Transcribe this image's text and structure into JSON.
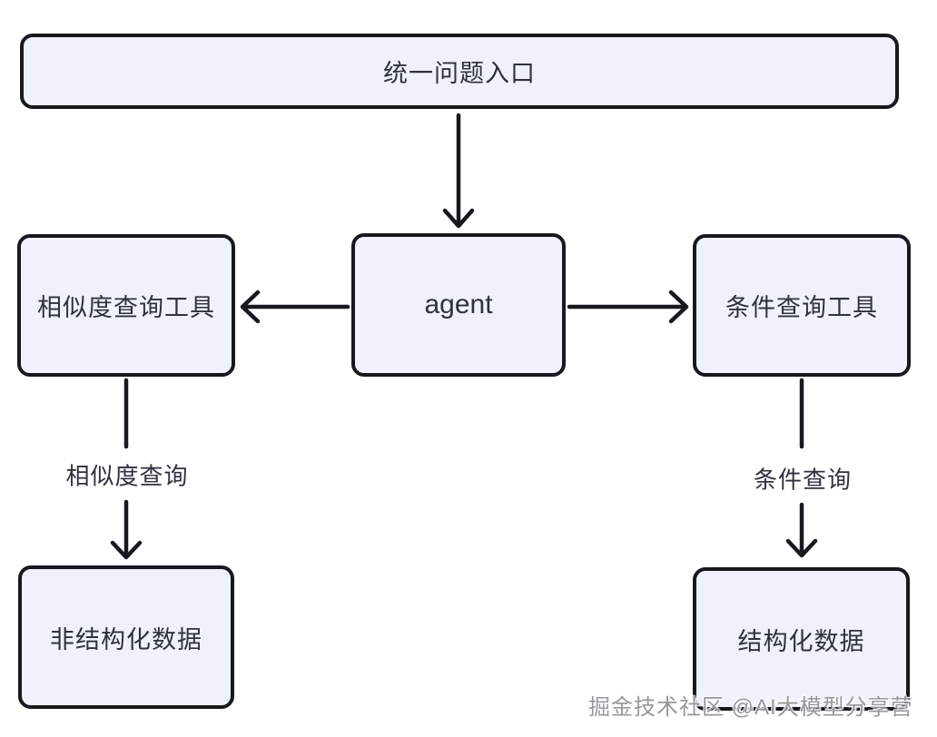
{
  "diagram": {
    "nodes": {
      "entry": {
        "label": "统一问题入口"
      },
      "agent": {
        "label": "agent"
      },
      "similarity_tool": {
        "label": "相似度查询工具"
      },
      "condition_tool": {
        "label": "条件查询工具"
      },
      "unstructured_data": {
        "label": "非结构化数据"
      },
      "structured_data": {
        "label": "结构化数据"
      }
    },
    "edge_labels": {
      "similarity_query": "相似度查询",
      "condition_query": "条件查询"
    },
    "edges": [
      {
        "from": "entry",
        "to": "agent",
        "label": ""
      },
      {
        "from": "agent",
        "to": "similarity_tool",
        "label": ""
      },
      {
        "from": "agent",
        "to": "condition_tool",
        "label": ""
      },
      {
        "from": "similarity_tool",
        "to": "unstructured_data",
        "label": "相似度查询"
      },
      {
        "from": "condition_tool",
        "to": "structured_data",
        "label": "条件查询"
      }
    ]
  },
  "watermark": {
    "text": "掘金技术社区 @AI大模型分享营"
  },
  "colors": {
    "background": "#ffffff",
    "node_fill": "#eff2fa",
    "node_border": "#17191e",
    "node_text": "#2e323c",
    "arrow": "#17191e",
    "watermark_text": "#97989c"
  }
}
